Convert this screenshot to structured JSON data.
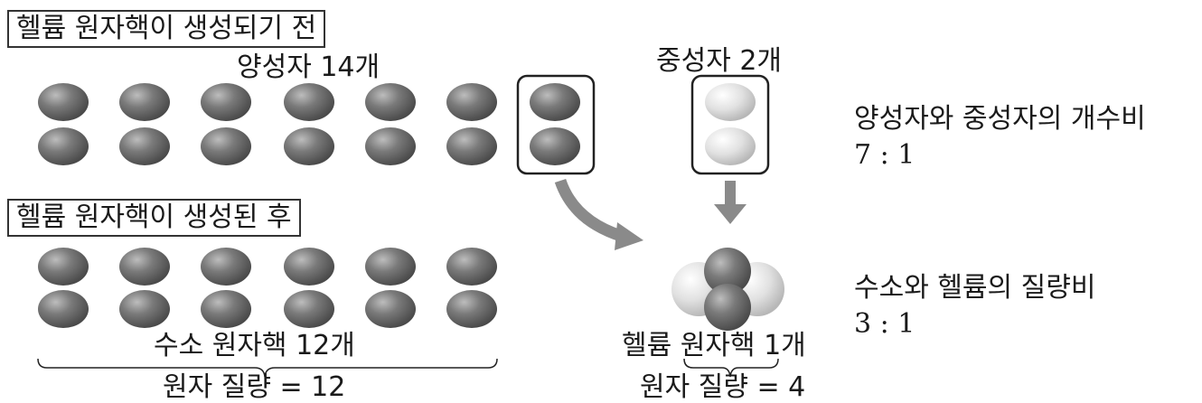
{
  "before_label": "헬륨 원자핵이 생성되기 전",
  "after_label": "헬륨 원자핵이 생성된 후",
  "protons_label": "양성자 14개",
  "neutrons_label": "중성자 2개",
  "ratio_pn_label": "양성자와 중성자의 개수비",
  "ratio_pn_value": "7 : 1",
  "ratio_mass_label": "수소와 헬륨의 질량비",
  "ratio_mass_value": "3 : 1",
  "hydrogen_label": "수소 원자핵 12개",
  "hydrogen_mass": "원자 질량 = 12",
  "helium_label": "헬륨 원자핵 1개",
  "helium_mass": "원자 질량 = 4",
  "colors": {
    "proton": "#6f6f6f",
    "neutron": "#d6d6d6",
    "arrow": "#8a8a8a",
    "line": "#222222"
  }
}
